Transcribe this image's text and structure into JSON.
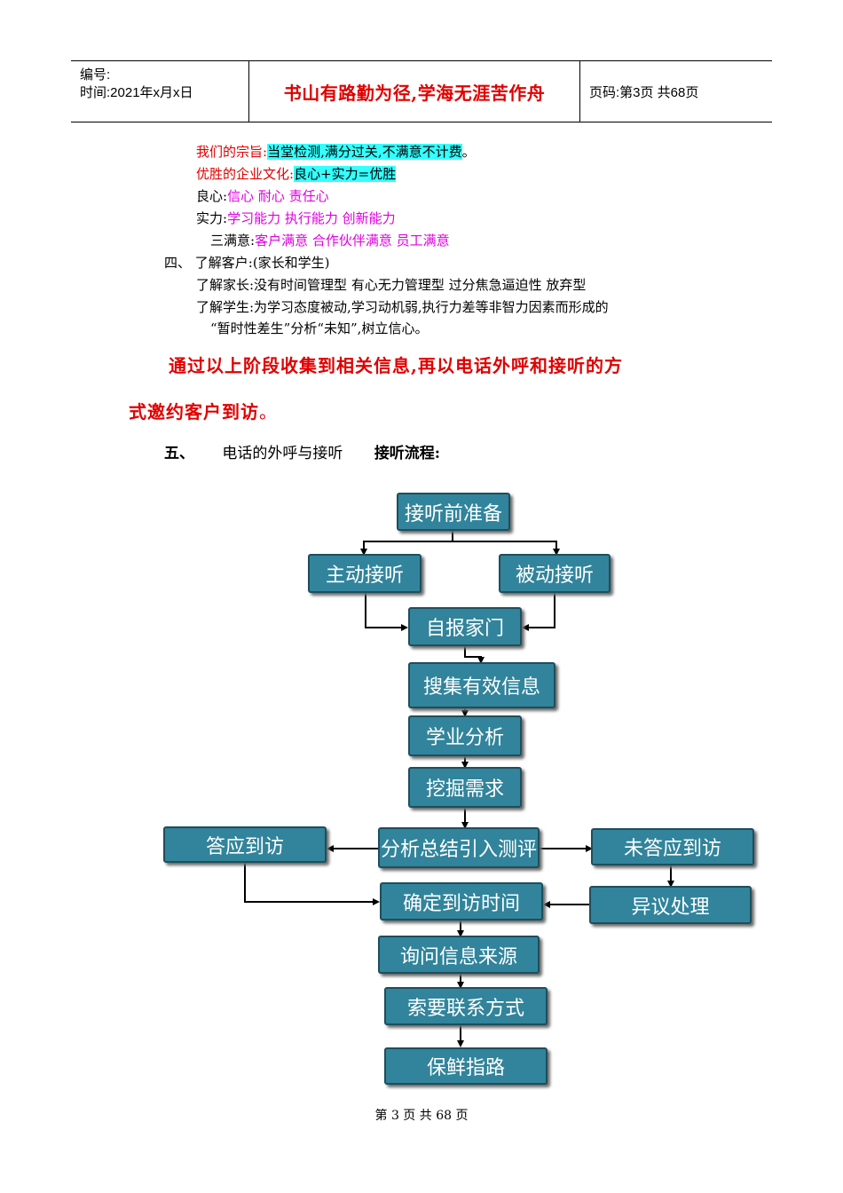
{
  "header": {
    "number_label": "编号:",
    "time_label": "时间:2021年x月x日",
    "motto": "书山有路勤为径,学海无涯苦作舟",
    "page_label": "页码:第3页 共68页"
  },
  "lines": {
    "tenet_label": "我们的宗旨:",
    "tenet_text": "当堂检测,满分过关,不满意不计费",
    "tenet_end": "。",
    "culture_label": "优胜的企业文化:",
    "culture_text": "良心+实力=优胜",
    "conscience_label": "良心:",
    "conscience_text": "信心 耐心 责任心",
    "strength_label": "实力:",
    "strength_text": "学习能力 执行能力 创新能力",
    "satisfy_label": "三满意:",
    "satisfy_text": "客户满意 合作伙伴满意 员工满意",
    "section4": "四、 了解客户:(家长和学生)",
    "parents": "了解家长:没有时间管理型 有心无力管理型 过分焦急逼迫性 放弃型",
    "students_1": "了解学生:为学习态度被动,学习动机弱,执行力差等非智力因素而形成的",
    "students_2": "“暂时性差生”分析“未知”,树立信心。"
  },
  "emphasis": {
    "line1": "通过以上阶段收集到相关信息,再以电话外呼和接听的方",
    "line2": "式邀约客户到访",
    "line2_end": "。"
  },
  "section5": {
    "number": "五、",
    "title": "电话的外呼与接听",
    "subtitle": "接听流程:"
  },
  "flow": {
    "prepare": "接听前准备",
    "active": "主动接听",
    "passive": "被动接听",
    "introduce": "自报家门",
    "collect": "搜集有效信息",
    "analyze": "学业分析",
    "dig": "挖掘需求",
    "summary": "分析总结引入测评",
    "agree": "答应到访",
    "disagree": "未答应到访",
    "objection": "异议处理",
    "confirm": "确定到访时间",
    "source": "询问信息来源",
    "contact": "索要联系方式",
    "directions": "保鲜指路"
  },
  "colors": {
    "box_fill": "#31849b",
    "box_border": "#1f4e5c",
    "red_text": "#e00000",
    "magenta_text": "#e000e0",
    "highlight": "#33ffff"
  },
  "footer": "第 3 页 共 68 页"
}
